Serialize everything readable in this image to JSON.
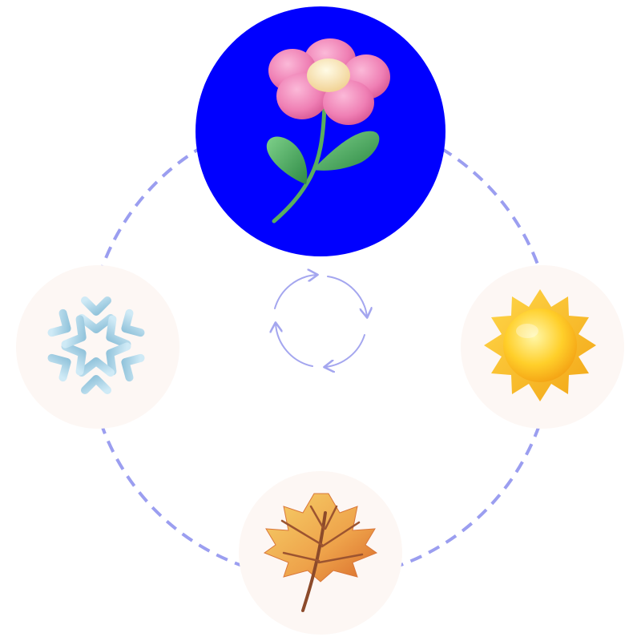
{
  "cycle": {
    "ring_color": "#9b9ef0",
    "center_arrows_color": "#a4a6ef",
    "seasons": [
      {
        "name": "spring",
        "icon": "flower-icon",
        "selected": true,
        "bg_color": "#0000ff"
      },
      {
        "name": "summer",
        "icon": "sun-icon",
        "selected": false,
        "bg_color": "#fdf7f4"
      },
      {
        "name": "autumn",
        "icon": "maple-leaf-icon",
        "selected": false,
        "bg_color": "#fdf7f4"
      },
      {
        "name": "winter",
        "icon": "snowflake-icon",
        "selected": false,
        "bg_color": "#fdf7f4"
      }
    ]
  }
}
